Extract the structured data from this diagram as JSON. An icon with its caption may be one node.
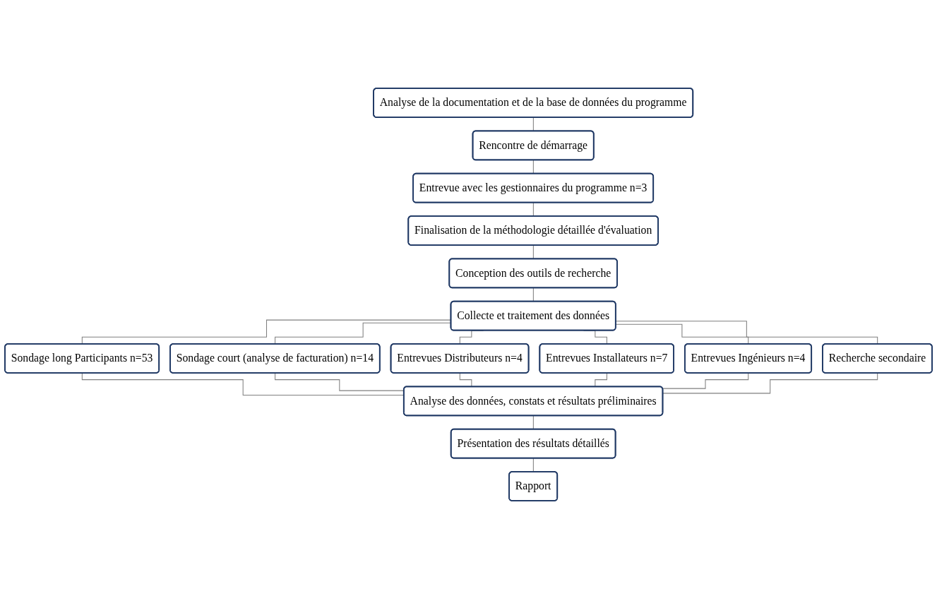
{
  "diagram": {
    "nodes": [
      {
        "text": [
          "Analyse de la documentation et de la base de données du programme"
        ]
      },
      {
        "text": [
          "Rencontre de démarrage"
        ]
      },
      {
        "text": [
          "Entrevue avec les gestionnaires du programme n=3"
        ]
      },
      {
        "text": [
          "Finalisation de la méthodologie détaillée d'évaluation"
        ]
      },
      {
        "text": [
          "Conception des outils de recherche"
        ]
      },
      {
        "text": [
          "Collecte et traitement des données"
        ]
      },
      {
        "text": [
          "Sondage long Participants n=53"
        ]
      },
      {
        "text": [
          "Sondage court (analyse de facturation) n=14"
        ]
      },
      {
        "text": [
          "Entrevues Distributeurs n=4"
        ]
      },
      {
        "text": [
          "Entrevues Installateurs n=7"
        ]
      },
      {
        "text": [
          "Entrevues Ingénieurs n=4"
        ]
      },
      {
        "text": [
          "Recherche secondaire"
        ]
      },
      {
        "text": [
          "Analyse des données, constats et résultats préliminaires"
        ]
      },
      {
        "text": [
          "Présentation des résultats détaillés"
        ]
      },
      {
        "text": [
          "Rapport"
        ]
      }
    ],
    "edges": [
      {
        "from": 0,
        "to": 1,
        "arrow": "none"
      },
      {
        "from": 1,
        "to": 2,
        "arrow": "none"
      },
      {
        "from": 2,
        "to": 3,
        "arrow": "none"
      },
      {
        "from": 3,
        "to": 4,
        "arrow": "none"
      },
      {
        "from": 4,
        "to": 5,
        "arrow": "none"
      },
      {
        "from": 5,
        "to": 6,
        "arrow": "none"
      },
      {
        "from": 5,
        "to": 7,
        "arrow": "none"
      },
      {
        "from": 5,
        "to": 8,
        "arrow": "none"
      },
      {
        "from": 5,
        "to": 9,
        "arrow": "none"
      },
      {
        "from": 5,
        "to": 10,
        "arrow": "none"
      },
      {
        "from": 5,
        "to": 11,
        "arrow": "none"
      },
      {
        "from": 6,
        "to": 12,
        "arrow": "none"
      },
      {
        "from": 7,
        "to": 12,
        "arrow": "none"
      },
      {
        "from": 8,
        "to": 12,
        "arrow": "none"
      },
      {
        "from": 9,
        "to": 12,
        "arrow": "none"
      },
      {
        "from": 10,
        "to": 12,
        "arrow": "none"
      },
      {
        "from": 11,
        "to": 12,
        "arrow": "none"
      },
      {
        "from": 12,
        "to": 13,
        "arrow": "none"
      },
      {
        "from": 13,
        "to": 14,
        "arrow": "none"
      }
    ]
  }
}
